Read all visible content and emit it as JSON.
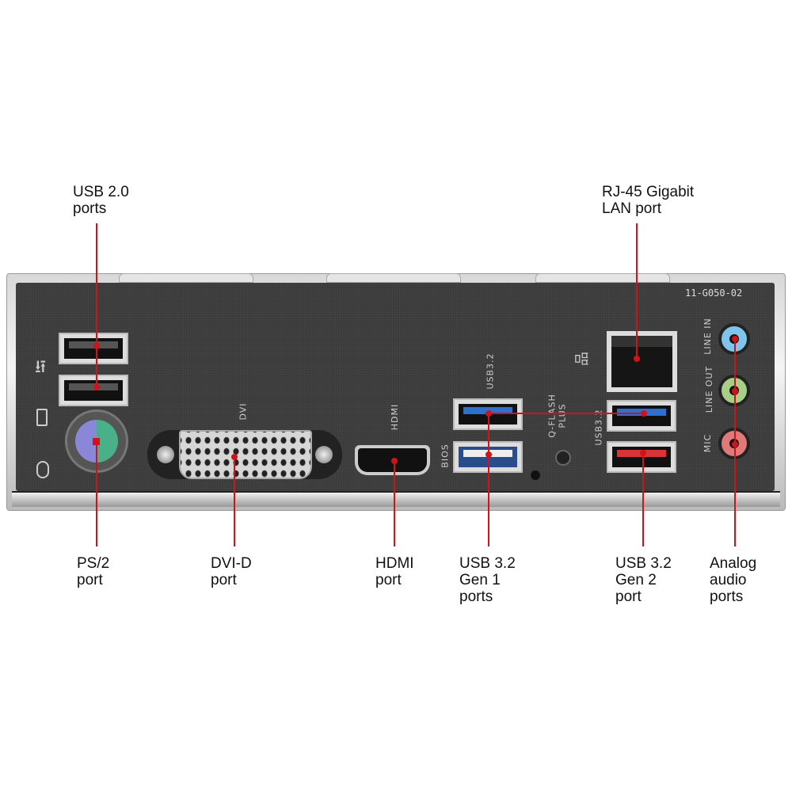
{
  "labels": {
    "usb20": [
      "USB 2.0",
      "ports"
    ],
    "rj45": [
      "RJ-45 Gigabit",
      "LAN port"
    ],
    "ps2": [
      "PS/2",
      "port"
    ],
    "dvi": [
      "DVI-D",
      "port"
    ],
    "hdmi": [
      "HDMI",
      "port"
    ],
    "usb_gen1": [
      "USB 3.2",
      "Gen 1",
      "ports"
    ],
    "usb_gen2": [
      "USB 3.2",
      "Gen 2",
      "port"
    ],
    "audio": [
      "Analog",
      "audio",
      "ports"
    ]
  },
  "panel": {
    "part_number": "11-G050-02",
    "dvi": "DVI",
    "hdmi": "HDMI",
    "usb32_left": "USB3.2",
    "bios": "BIOS",
    "qflash": [
      "Q-FLASH",
      "PLUS"
    ],
    "usb32_right": "USB3.2",
    "line_in": "LINE IN",
    "line_out": "LINE OUT",
    "mic": "MIC"
  },
  "colors": {
    "leader": "#d0121b",
    "line_in": "#7fc4ea",
    "line_out": "#a9cf86",
    "mic": "#e07a78",
    "usb3": "#2f6fd0",
    "usb_gen2": "#d9343a"
  }
}
